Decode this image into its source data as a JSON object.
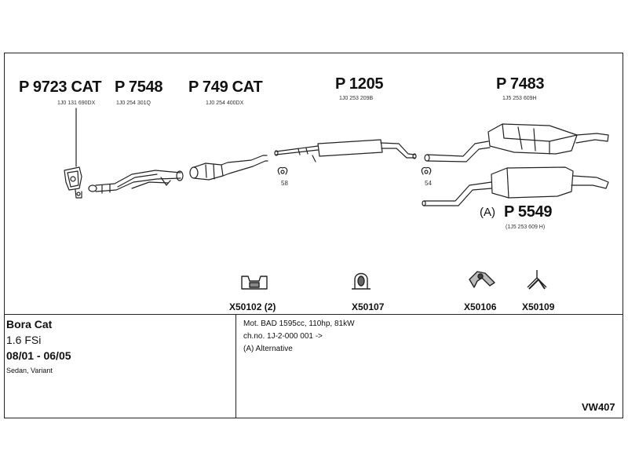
{
  "parts": [
    {
      "number": "P 9723 CAT",
      "oe": "1J0 131 690DX"
    },
    {
      "number": "P 7548",
      "oe": "1J0 254 301Q"
    },
    {
      "number": "P 749 CAT",
      "oe": "1J0 254 400DX"
    },
    {
      "number": "P 1205",
      "oe": "1J0 253 209B"
    },
    {
      "number": "P 7483",
      "oe": "1J5 253 609H"
    },
    {
      "number": "P 5549",
      "oe": "(1J5 253 609 H)",
      "prefix": "(A)"
    }
  ],
  "hanger_labels": [
    "58",
    "54"
  ],
  "fittings": [
    {
      "code": "X50102 (2)",
      "icon": "rubber-mount-icon"
    },
    {
      "code": "X50107",
      "icon": "rubber-ring-hanger-icon"
    },
    {
      "code": "X50106",
      "icon": "bracket-icon"
    },
    {
      "code": "X50109",
      "icon": "y-clamp-icon"
    }
  ],
  "vehicle": {
    "model": "Bora Cat",
    "engine": "1.6 FSi",
    "years": "08/01 - 06/05",
    "body": "Sedan, Variant"
  },
  "specs": {
    "line1": "Mot. BAD 1595cc, 110hp, 81kW",
    "line2": "ch.no. 1J-2-000 001 ->",
    "line3": "(A) Alternative"
  },
  "diagram_code": "VW407"
}
